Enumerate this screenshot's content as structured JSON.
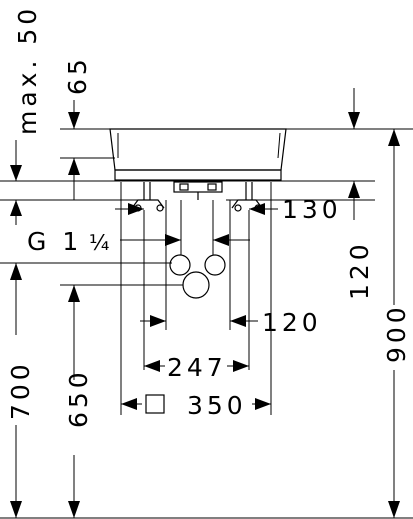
{
  "dimensions": {
    "max50": "max. 50",
    "d65": "65",
    "d900": "900",
    "d120v": "120",
    "d700": "700",
    "d650": "650",
    "thread": "G 1",
    "thread_frac": "¼",
    "d130": "130",
    "d120h": "120",
    "d247": "247",
    "d350": "350"
  },
  "icons": {
    "square": "square-symbol-icon"
  }
}
